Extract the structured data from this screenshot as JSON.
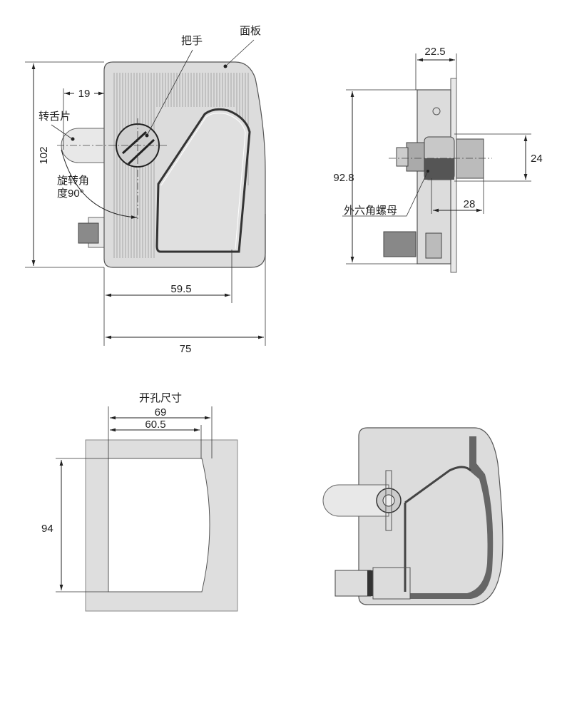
{
  "front_view": {
    "label_panel": "面板",
    "label_handle": "把手",
    "label_tongue": "转舌片",
    "label_rotation_line1": "旋转角",
    "label_rotation_line2": "度90°",
    "dim_tongue_offset": "19",
    "dim_height": "102",
    "dim_handle_width": "59.5",
    "dim_total_width": "75"
  },
  "side_view": {
    "dim_depth": "22.5",
    "dim_height": "92.8",
    "dim_shaft_diameter": "24",
    "dim_shaft_length": "28",
    "label_hex_nut": "外六角螺母"
  },
  "cutout_view": {
    "title": "开孔尺寸",
    "dim_outer_width": "69",
    "dim_inner_width": "60.5",
    "dim_height": "94"
  },
  "colors": {
    "part_fill": "#dcdcdc",
    "line": "#222222"
  }
}
